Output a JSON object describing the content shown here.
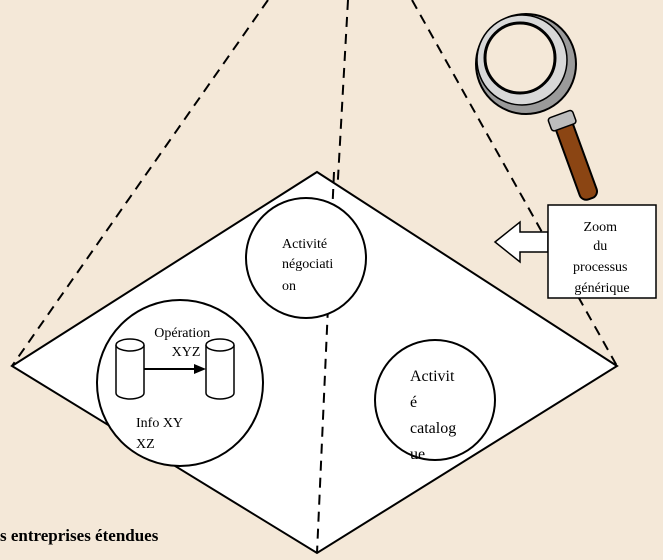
{
  "diagram": {
    "caption": "s entreprises étendues",
    "callout": {
      "lines": [
        "Zoom",
        "du",
        "processus",
        "générique"
      ]
    },
    "activity_negotiation": {
      "lines": [
        "Activité",
        "négociati",
        "on"
      ]
    },
    "activity_catalogue": {
      "lines": [
        "Activit",
        "é",
        "catalog",
        "ue"
      ]
    },
    "operation_circle": {
      "operation_lines": [
        "Opération",
        "XYZ"
      ],
      "info_lines": [
        "Info XY",
        "XZ"
      ]
    },
    "icons": [
      "magnifier-icon",
      "database-icon",
      "database-icon",
      "arrow-right-icon",
      "arrow-left-icon"
    ],
    "colors": {
      "background": "#f4e8d8",
      "shape_fill": "#ffffff",
      "stroke": "#000000",
      "magnifier_handle": "#8b4513",
      "magnifier_rim": "#c9c9c9"
    }
  }
}
